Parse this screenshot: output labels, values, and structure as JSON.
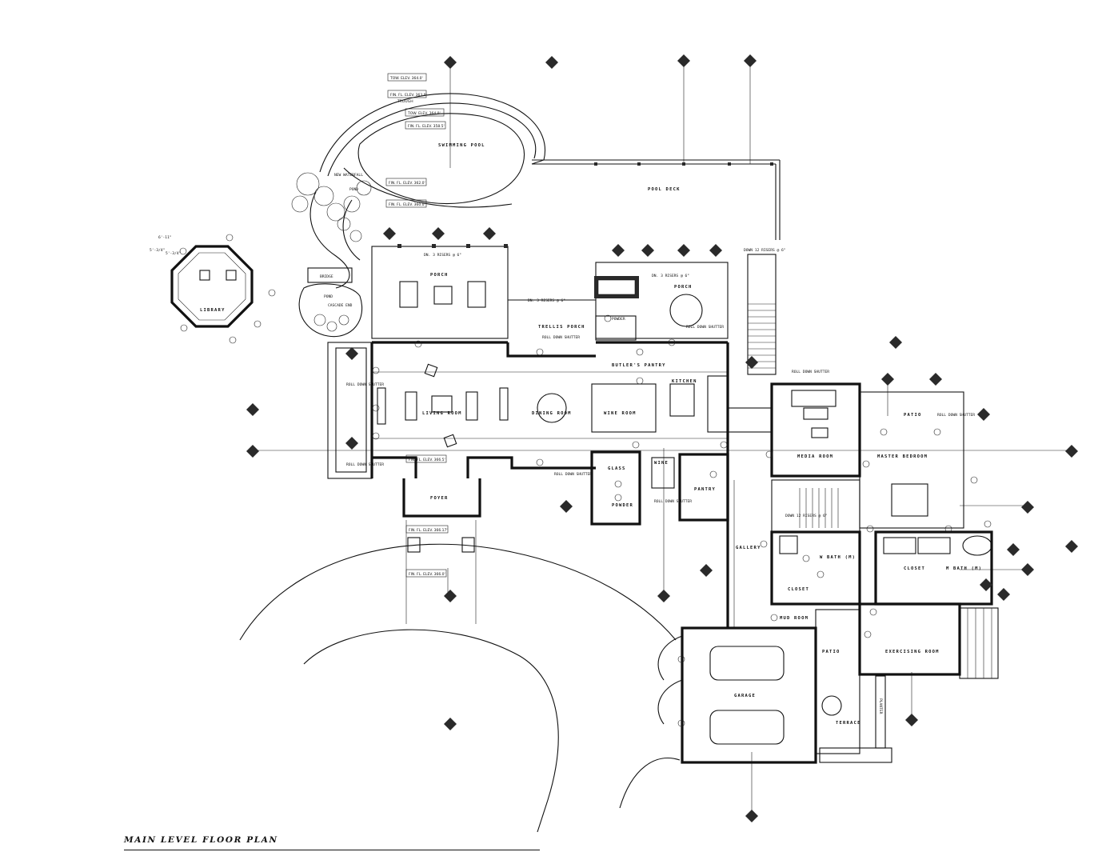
{
  "drawing": {
    "title": "MAIN LEVEL FLOOR PLAN"
  },
  "rooms": {
    "swimming_pool": "SWIMMING POOL",
    "pool_deck": "POOL DECK",
    "library": "LIBRARY",
    "porch_west": "PORCH",
    "porch_east": "PORCH",
    "trellis_porch": "TRELLIS PORCH",
    "living_room": "LIVING ROOM",
    "dining_room": "DINING ROOM",
    "wine_room": "WINE ROOM",
    "kitchen": "KITCHEN",
    "butlers_pantry": "BUTLER'S PANTRY",
    "foyer": "FOYER",
    "media_room": "MEDIA ROOM",
    "master_bedroom": "MASTER BEDROOM",
    "patio_master": "PATIO",
    "gallery": "GALLERY",
    "w_bath": "W BATH (M)",
    "m_bath": "M BATH (M)",
    "closet_w": "CLOSET",
    "closet_m": "CLOSET",
    "mud_room": "MUD ROOM",
    "exercise_room": "EXERCISING ROOM",
    "patio_south": "PATIO",
    "terrace": "TERRACE",
    "garage": "GARAGE",
    "pond_upper": "POND",
    "pond_lower": "POND",
    "bridge": "BRIDGE",
    "pantry": "PANTRY",
    "glass": "GLASS",
    "powder": "POWDER",
    "wine": "WINE",
    "planter": "PLANTER",
    "powder_n": "POWDER"
  },
  "notes": {
    "tow_elev": "TOW. ELEV. 364.0'",
    "fin_fl_elev_1": "FIN. FL. ELEV. 363.0'",
    "trough": "TROUGH",
    "tow_elev_2": "TOW. ELEV. 364.0'",
    "fin_fl_elev_2": "FIN. FL. ELEV. 358.5'",
    "fin_fl_elev_3": "FIN. FL. ELEV. 362.0'",
    "fin_fl_elev_4": "FIN. FL. ELEV. 360.0'",
    "fin_fl_elev_5": "FIN. FL. ELEV. 366.5'",
    "fin_fl_elev_6": "FIN. FL. ELEV. 366.17'",
    "fin_fl_elev_7": "FIN. FL. ELEV. 366.0'",
    "risers_1": "DN. 3 RISERS @ 6\"",
    "risers_2": "DN. 3 RISERS @ 6\"",
    "risers_3": "DN. 3 RISERS @ 6\"",
    "down_risers": "DOWN 12 RISERS @ 6\"",
    "down_risers_2": "DOWN 12 RISERS @ 6\"",
    "roll_down": "ROLL DOWN SHUTTER",
    "new_waterfall": "NEW WATERFALL",
    "cascade": "CASCADE END",
    "dim_1": "6'-11\"",
    "dim_2": "5'-3/4\"",
    "dim_3": "5'-3/4\""
  },
  "colors": {
    "ink": "#111111",
    "paper": "#ffffff"
  }
}
